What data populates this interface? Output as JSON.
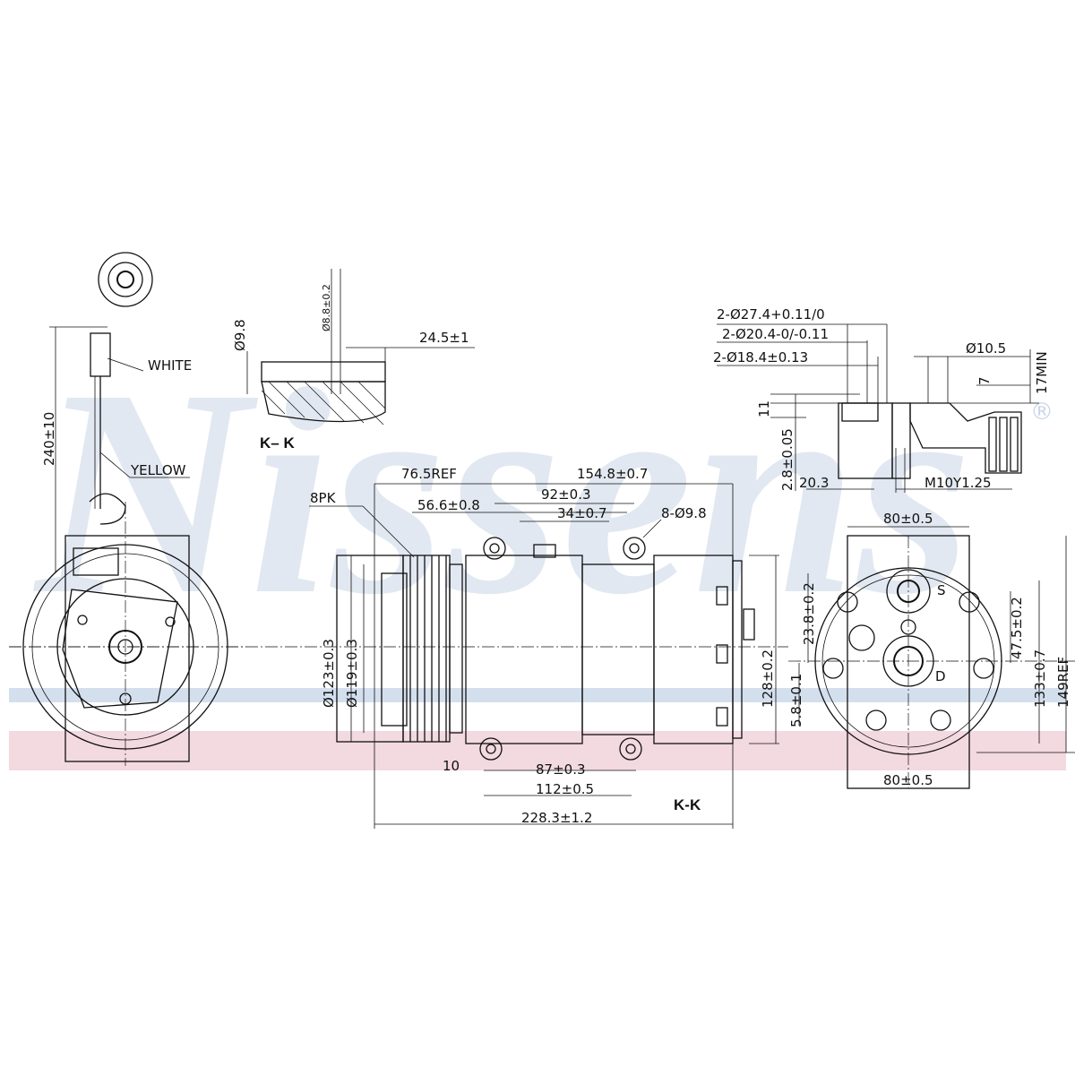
{
  "watermark": {
    "brand": "Nissens",
    "registered_mark": "®",
    "band_blue": "#c9d6e6",
    "band_pink": "#f2d4dc"
  },
  "section_labels": {
    "section_small": "K– K",
    "section_main": "K-K"
  },
  "wires": {
    "white": "WHITE",
    "yellow": "YELLOW"
  },
  "side_view": {
    "wire_length": "240±10"
  },
  "section_detail": {
    "dia_small": "Ø9.8",
    "dia_hole": "Ø8.8±0.2",
    "depth": "24.5±1"
  },
  "front_view": {
    "belt": "8PK",
    "ref_left": "76.5REF",
    "overall_right": "154.8±0.7",
    "d_56": "56.6±0.8",
    "d_92": "92±0.3",
    "d_34": "34±0.7",
    "holes": "8-Ø9.8",
    "pulley_outer": "Ø123±0.3",
    "pulley_inner": "Ø119±0.3",
    "height_128": "128±0.2",
    "d_10": "10",
    "d_87": "87±0.3",
    "d_112": "112±0.5",
    "overall_length": "228.3±1.2"
  },
  "port_detail": {
    "d_27": "2-Ø27.4+0.11/0",
    "d_20": "2-Ø20.4-0/-0.11",
    "d_18": "2-Ø18.4±0.13",
    "d_105": "Ø10.5",
    "min17": "17MIN",
    "d7": "7",
    "d11": "11",
    "d28": "2.8±0.05",
    "d203": "20.3",
    "thread": "M10Y1.25"
  },
  "rear_view": {
    "top_80": "80±0.5",
    "bottom_80": "80±0.5",
    "d_238": "23.8±0.2",
    "d_475": "47.5±0.2",
    "d_133": "133±0.7",
    "ref_149": "149REF",
    "d_58": "5.8±0.1",
    "port_s": "S",
    "port_d": "D"
  }
}
